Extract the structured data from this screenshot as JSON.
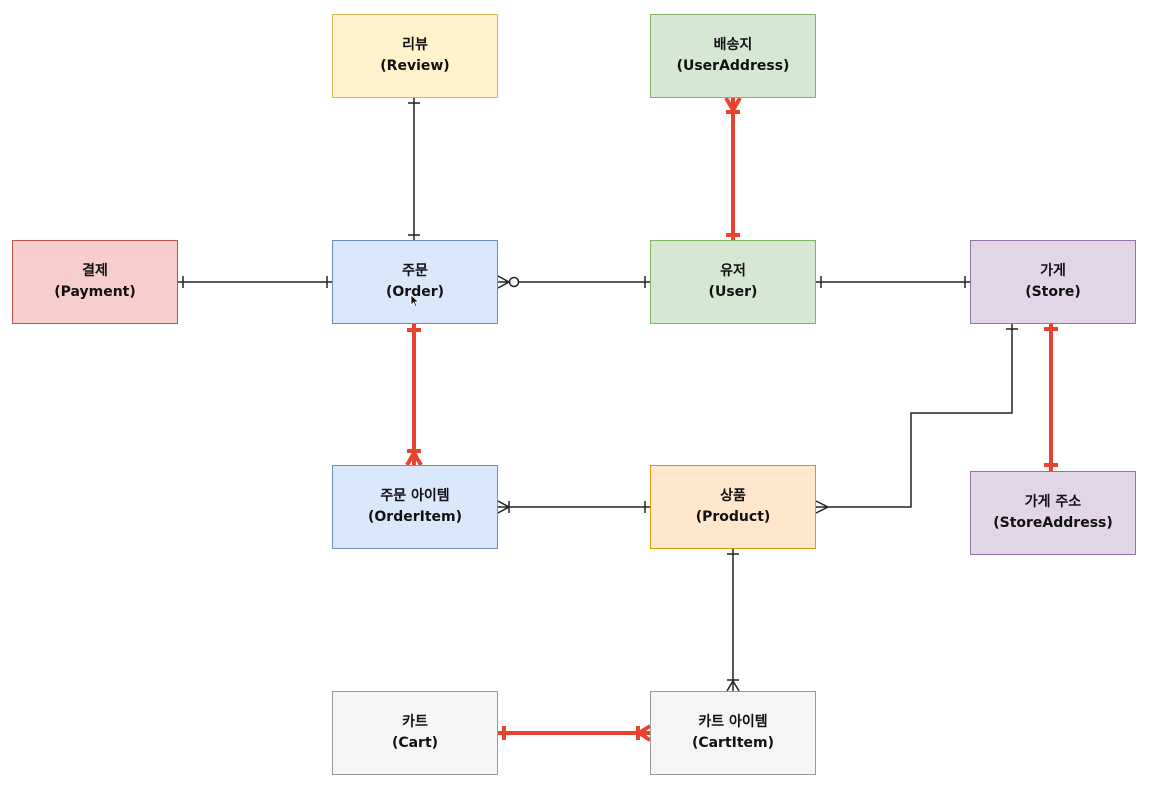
{
  "colors": {
    "review_fill": "#fff2cc",
    "review_border": "#d6b656",
    "useraddress_fill": "#d5e8d4",
    "useraddress_border": "#82b366",
    "payment_fill": "#f8cecc",
    "payment_border": "#b85450",
    "order_fill": "#dae8fc",
    "order_border": "#6c8ebf",
    "user_fill": "#d5e8d4",
    "user_border": "#82b366",
    "store_fill": "#e1d5e7",
    "store_border": "#9673a6",
    "orderitem_fill": "#dae8fc",
    "orderitem_border": "#6c8ebf",
    "product_fill": "#ffe6cc",
    "product_border": "#d79b00",
    "storeaddress_fill": "#e1d5e7",
    "storeaddress_border": "#9673a6",
    "cart_fill": "#f5f5f5",
    "cart_border": "#999999",
    "cartitem_fill": "#f5f5f5",
    "cartitem_border": "#999999",
    "line_black": "#222222",
    "line_red": "#e8432f"
  },
  "entities": {
    "review": {
      "ko": "리뷰",
      "en": "(Review)"
    },
    "useraddress": {
      "ko": "배송지",
      "en": "(UserAddress)"
    },
    "payment": {
      "ko": "결제",
      "en": "(Payment)"
    },
    "order": {
      "ko": "주문",
      "en": "(Order)"
    },
    "user": {
      "ko": "유저",
      "en": "(User)"
    },
    "store": {
      "ko": "가게",
      "en": "(Store)"
    },
    "orderitem": {
      "ko": "주문 아이템",
      "en": "(OrderItem)"
    },
    "product": {
      "ko": "상품",
      "en": "(Product)"
    },
    "storeaddress": {
      "ko": "가게 주소",
      "en": "(StoreAddress)"
    },
    "cart": {
      "ko": "카트",
      "en": "(Cart)"
    },
    "cartitem": {
      "ko": "카트 아이템",
      "en": "(CartItem)"
    }
  },
  "relationships": [
    {
      "from": "review",
      "to": "order",
      "from_cardinality": "one",
      "to_cardinality": "one",
      "color": "black"
    },
    {
      "from": "useraddress",
      "to": "user",
      "from_cardinality": "one-or-many",
      "to_cardinality": "one",
      "color": "red"
    },
    {
      "from": "payment",
      "to": "order",
      "from_cardinality": "one",
      "to_cardinality": "one",
      "color": "black"
    },
    {
      "from": "order",
      "to": "user",
      "from_cardinality": "zero-or-many",
      "to_cardinality": "one",
      "color": "black"
    },
    {
      "from": "user",
      "to": "store",
      "from_cardinality": "one",
      "to_cardinality": "one",
      "color": "black"
    },
    {
      "from": "order",
      "to": "orderitem",
      "from_cardinality": "one",
      "to_cardinality": "one-or-many",
      "color": "red"
    },
    {
      "from": "orderitem",
      "to": "product",
      "from_cardinality": "one-or-many",
      "to_cardinality": "one",
      "color": "black"
    },
    {
      "from": "product",
      "to": "store",
      "from_cardinality": "many",
      "to_cardinality": "one",
      "color": "black"
    },
    {
      "from": "store",
      "to": "storeaddress",
      "from_cardinality": "one",
      "to_cardinality": "one",
      "color": "red"
    },
    {
      "from": "product",
      "to": "cartitem",
      "from_cardinality": "one",
      "to_cardinality": "one-or-many",
      "color": "black"
    },
    {
      "from": "cart",
      "to": "cartitem",
      "from_cardinality": "one",
      "to_cardinality": "one-or-many",
      "color": "red"
    }
  ]
}
